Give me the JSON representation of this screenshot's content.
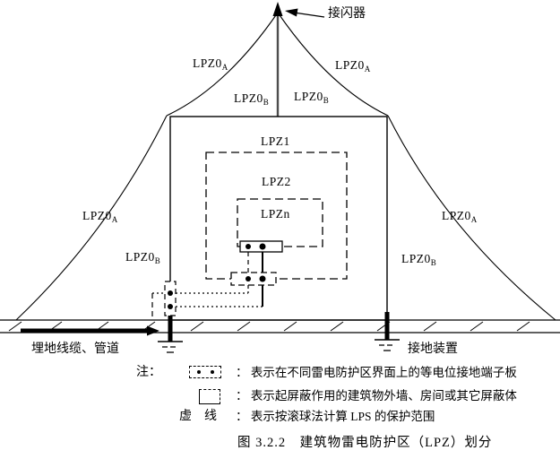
{
  "figure": {
    "caption": "图 3.2.2　建筑物雷电防护区（LPZ）划分"
  },
  "labels": {
    "air_terminal": "接闪器",
    "buried_cables": "埋地线缆、管道",
    "grounding_device": "接地装置",
    "lpz0_base": "LPZ0",
    "sub_a": "A",
    "sub_b": "B",
    "lpz1": "LPZ1",
    "lpz2": "LPZ2",
    "lpzn": "LPZn"
  },
  "legend": {
    "note_label": "注：",
    "rows": [
      {
        "symbol": "equipotential-terminal-board",
        "text": "：  表示在不同雷电防护区界面上的等电位接地端子板"
      },
      {
        "symbol": "shielding-enclosure",
        "text": "：  表示起屏蔽作用的建筑物外墙、房间或其它屏蔽体"
      },
      {
        "symbol_label": "虚　线",
        "text": "：  表示按滚球法计算 LPS 的保护范围"
      }
    ]
  },
  "colors": {
    "line": "#000000",
    "mast": "#4d4d4d",
    "background": "#ffffff"
  }
}
